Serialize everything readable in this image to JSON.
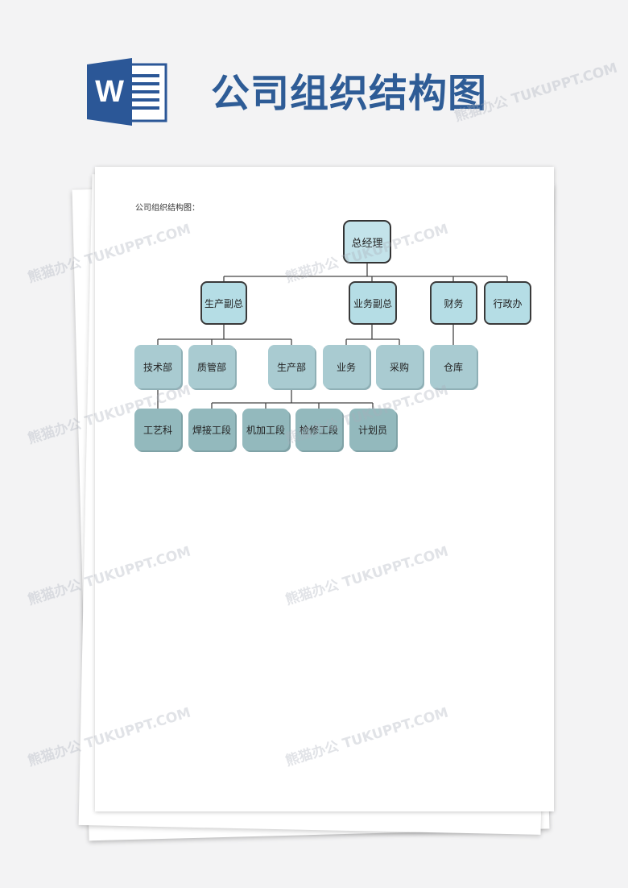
{
  "header": {
    "title": "公司组织结构图"
  },
  "icon": {
    "name": "word-icon",
    "letter": "W",
    "color": "#2b5797"
  },
  "document": {
    "caption": "公司组织结构图："
  },
  "org_chart": {
    "root": "总经理",
    "level1": [
      "生产副总",
      "业务副总",
      "财务",
      "行政办"
    ],
    "production_depts": [
      "技术部",
      "质管部",
      "生产部"
    ],
    "business_depts": [
      "业务",
      "采购"
    ],
    "finance_depts": [
      "仓库"
    ],
    "tech_sub": [
      "工艺科"
    ],
    "production_sub": [
      "焊接工段",
      "机加工段",
      "检修工段",
      "计划员"
    ]
  },
  "watermark": "熊猫办公 TUKUPPT.COM"
}
